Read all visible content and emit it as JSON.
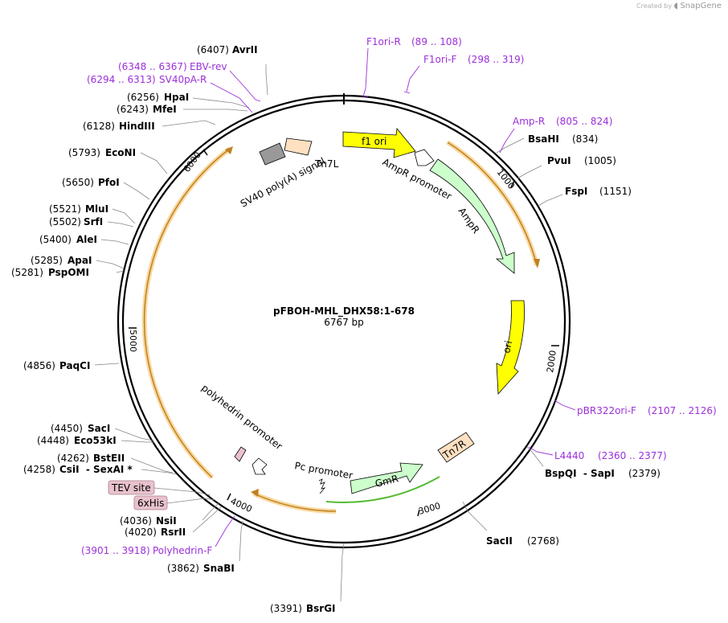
{
  "brand": {
    "created_by": "Created by",
    "name": "SnapGene"
  },
  "plasmid": {
    "name": "pFBOH-MHL_DHX58:1-678",
    "length_label": "6767 bp",
    "length": 6767
  },
  "ticks": [
    {
      "pos": 1000,
      "label": "1000"
    },
    {
      "pos": 2000,
      "label": "2000"
    },
    {
      "pos": 3000,
      "label": "3000"
    },
    {
      "pos": 4000,
      "label": "4000"
    },
    {
      "pos": 5000,
      "label": "5000"
    },
    {
      "pos": 6000,
      "label": "6000"
    }
  ],
  "sites": [
    {
      "name": "AvrII",
      "pos": "(6407)"
    },
    {
      "name": "HpaI",
      "pos": "(6256)"
    },
    {
      "name": "MfeI",
      "pos": "(6243)"
    },
    {
      "name": "HindIII",
      "pos": "(6128)"
    },
    {
      "name": "EcoNI",
      "pos": "(5793)"
    },
    {
      "name": "PfoI",
      "pos": "(5650)"
    },
    {
      "name": "MluI",
      "pos": "(5521)"
    },
    {
      "name": "SrfI",
      "pos": "(5502)"
    },
    {
      "name": "AleI",
      "pos": "(5400)"
    },
    {
      "name": "ApaI",
      "pos": "(5285)"
    },
    {
      "name": "PspOMI",
      "pos": "(5281)"
    },
    {
      "name": "PaqCI",
      "pos": "(4856)"
    },
    {
      "name": "SacI",
      "pos": "(4450)"
    },
    {
      "name": "Eco53kI",
      "pos": "(4448)"
    },
    {
      "name": "BstEII",
      "pos": "(4262)"
    },
    {
      "name": "CsiI  - SexAI *",
      "pos": "(4258)"
    },
    {
      "name": "NsiI",
      "pos": "(4036)"
    },
    {
      "name": "RsrII",
      "pos": "(4020)"
    },
    {
      "name": "SnaBI",
      "pos": "(3862)"
    },
    {
      "name": "BsrGI",
      "pos": "(3391)"
    },
    {
      "name": "SacII",
      "pos": "(2768)"
    },
    {
      "name": "BspQI  - SapI",
      "pos": "(2379)"
    },
    {
      "name": "BsaHI",
      "pos": "(834)"
    },
    {
      "name": "PvuI",
      "pos": "(1005)"
    },
    {
      "name": "FspI",
      "pos": "(1151)"
    }
  ],
  "primers": [
    {
      "name": "F1ori-R",
      "range": "(89 .. 108)"
    },
    {
      "name": "F1ori-F",
      "range": "(298 .. 319)"
    },
    {
      "name": "Amp-R",
      "range": "(805 .. 824)"
    },
    {
      "name": "EBV-rev",
      "range": "(6348 .. 6367)"
    },
    {
      "name": "SV40pA-R",
      "range": "(6294 .. 6313)"
    },
    {
      "name": "pBR322ori-F",
      "range": "(2107 .. 2126)"
    },
    {
      "name": "L4440",
      "range": "(2360 .. 2377)"
    },
    {
      "name": "Polyhedrin-F",
      "range": "(3901 .. 3918)"
    }
  ],
  "features": [
    {
      "name": "f1 ori"
    },
    {
      "name": "AmpR promoter"
    },
    {
      "name": "AmpR"
    },
    {
      "name": "ori"
    },
    {
      "name": "Tn7L"
    },
    {
      "name": "SV40 poly(A) signal"
    },
    {
      "name": "Tn7R"
    },
    {
      "name": "GmR"
    },
    {
      "name": "Pc promoter"
    },
    {
      "name": "polyhedrin promoter"
    },
    {
      "name": "TEV site"
    },
    {
      "name": "6xHis"
    }
  ],
  "colors": {
    "primer": "#9b30d9",
    "ori": "#ffff00",
    "ampr": "#ccffcc",
    "tn7": "#ffe0c0",
    "sv40": "#999999",
    "tag": "#e8c2cc",
    "orf": "#f5a623"
  }
}
